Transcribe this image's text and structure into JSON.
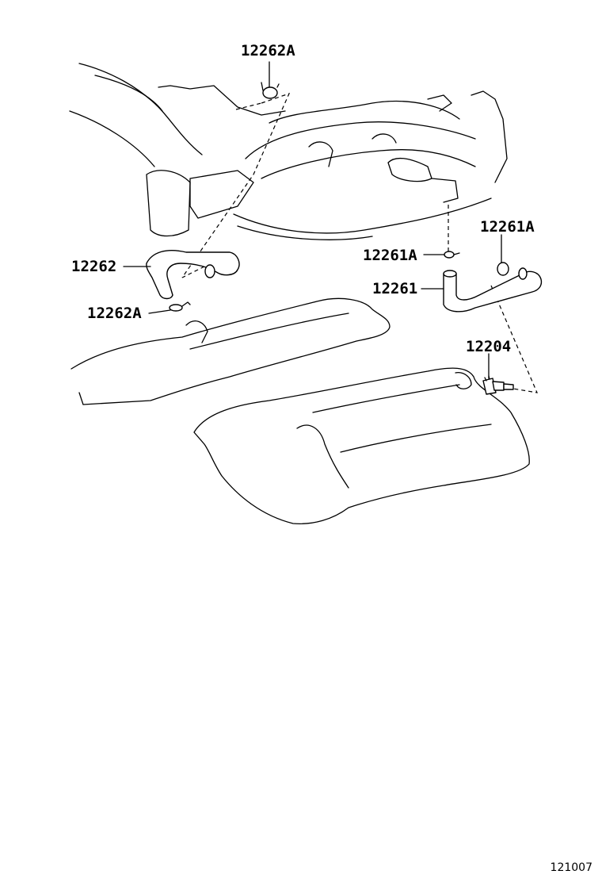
{
  "callouts": {
    "c1": "12262A",
    "c2": "12262",
    "c3": "12262A",
    "c4": "12261A",
    "c5": "12261A",
    "c6": "12261",
    "c7": "12204"
  },
  "footer": {
    "code": "121007"
  }
}
